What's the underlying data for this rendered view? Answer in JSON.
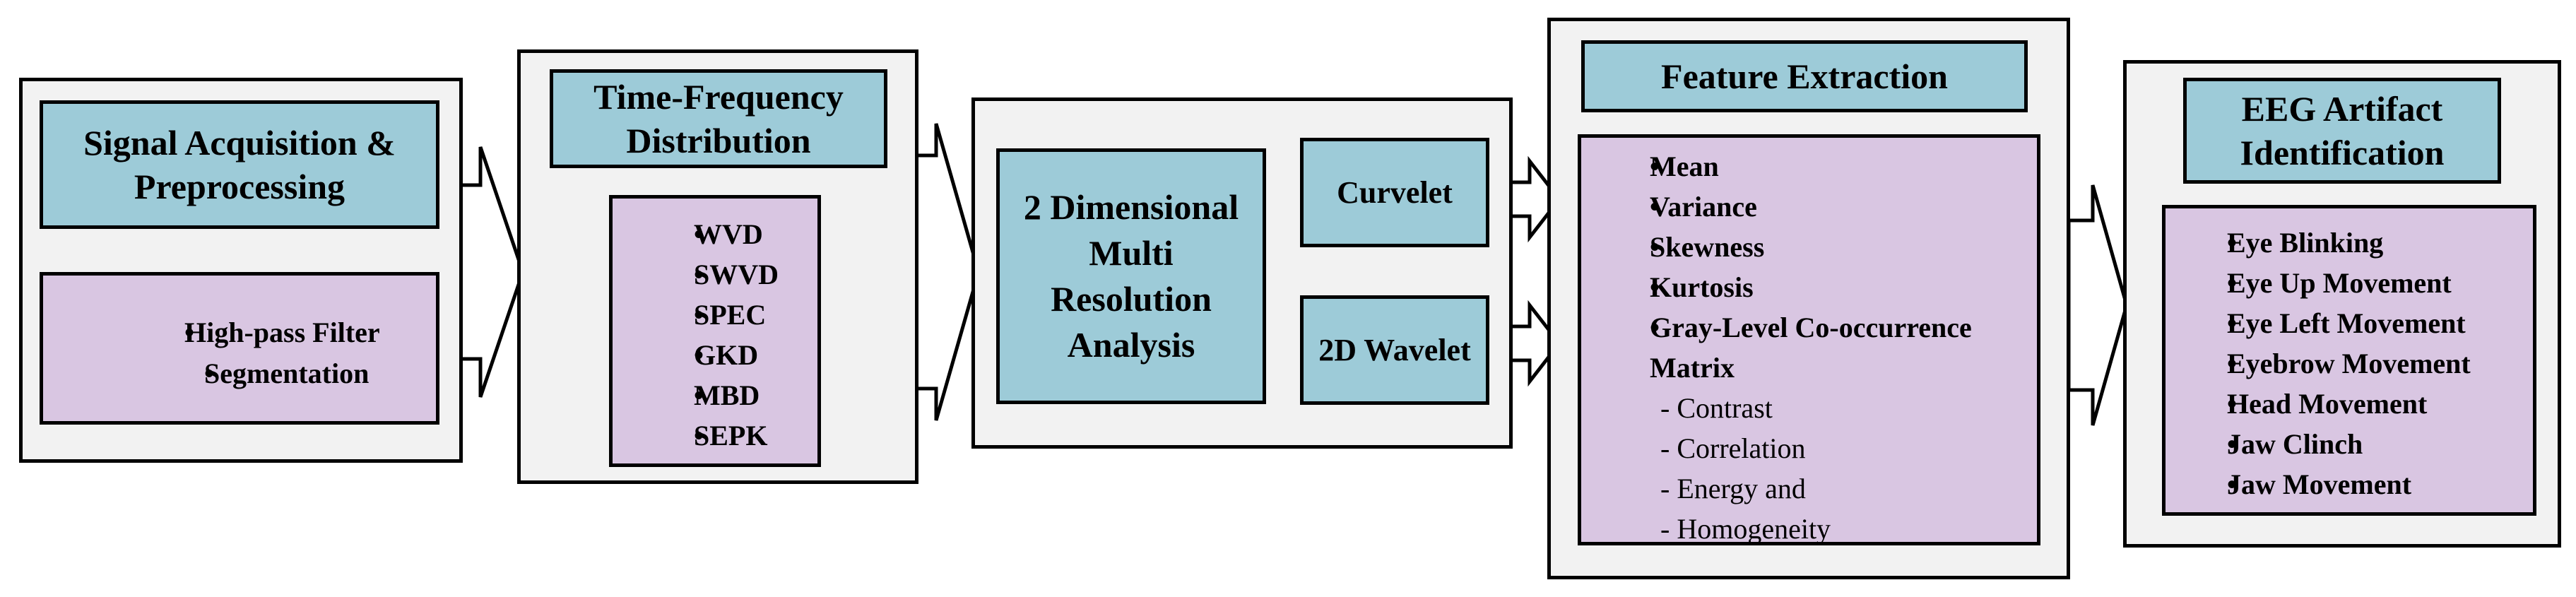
{
  "stage1": {
    "title_line1": "Signal Acquisition &",
    "title_line2": "Preprocessing",
    "items": [
      "High-pass Filter",
      "Segmentation"
    ]
  },
  "stage2": {
    "title_line1": "Time-Frequency",
    "title_line2": "Distribution",
    "items": [
      "WVD",
      "SWVD",
      "SPEC",
      "GKD",
      "MBD",
      "SEPK"
    ]
  },
  "stage3": {
    "main_lines": [
      "2 Dimensional",
      "Multi",
      "Resolution",
      "Analysis"
    ],
    "option1": "Curvelet",
    "option2": "2D Wavelet"
  },
  "stage4": {
    "title": "Feature Extraction",
    "items": [
      "Mean",
      "Variance",
      "Skewness",
      "Kurtosis"
    ],
    "glcm_line1": "Gray-Level Co-occurrence",
    "glcm_line2": "Matrix",
    "sub_items": [
      "- Contrast",
      "- Correlation",
      "- Energy and",
      "- Homogeneity"
    ]
  },
  "stage5": {
    "title_line1": "EEG Artifact",
    "title_line2": "Identification",
    "items": [
      "Eye Blinking",
      "Eye Up Movement",
      "Eye Left Movement",
      "Eyebrow Movement",
      "Head Movement",
      "Jaw Clinch",
      "Jaw Movement"
    ]
  }
}
